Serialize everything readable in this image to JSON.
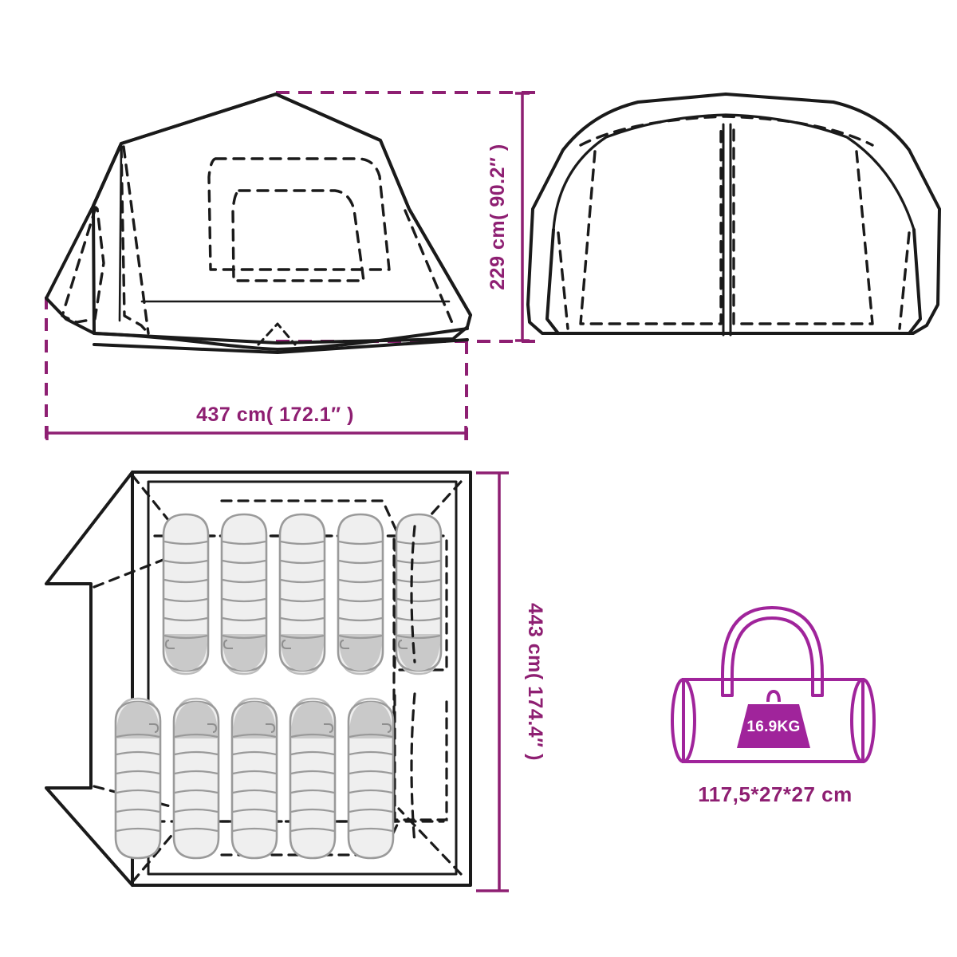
{
  "document": {
    "type": "product-dimension-diagram",
    "subject": "tent",
    "background_color": "#ffffff"
  },
  "colors": {
    "dimension_purple": "#8e1f72",
    "dimension_magenta": "#a0249b",
    "outline_black": "#1a1a1a",
    "sleeping_bag_fill": "#efefef",
    "sleeping_bag_stroke": "#9a9a9a",
    "sleeping_bag_foot": "#c9c9c9"
  },
  "dimensions": {
    "height": {
      "label": "229 cm( 90.2″ )",
      "value_cm": 229,
      "value_in": 90.2,
      "orientation": "vertical"
    },
    "width": {
      "label": "437 cm( 172.1″ )",
      "value_cm": 437,
      "value_in": 172.1,
      "orientation": "horizontal"
    },
    "depth": {
      "label": "443 cm( 174.4″ )",
      "value_cm": 443,
      "value_in": 174.4,
      "orientation": "vertical-rotated"
    }
  },
  "views": {
    "front": {
      "name": "tent-front-view"
    },
    "side": {
      "name": "tent-side-view"
    },
    "floorplan": {
      "name": "tent-floor-plan",
      "sleeping_bags_total": 10,
      "rows": 2,
      "columns": 5
    }
  },
  "carry_bag": {
    "weight_label": "16.9KG",
    "weight_kg": 16.9,
    "size_label": "117,5*27*27 cm",
    "length_cm": 117.5,
    "width_cm": 27,
    "height_cm": 27
  }
}
